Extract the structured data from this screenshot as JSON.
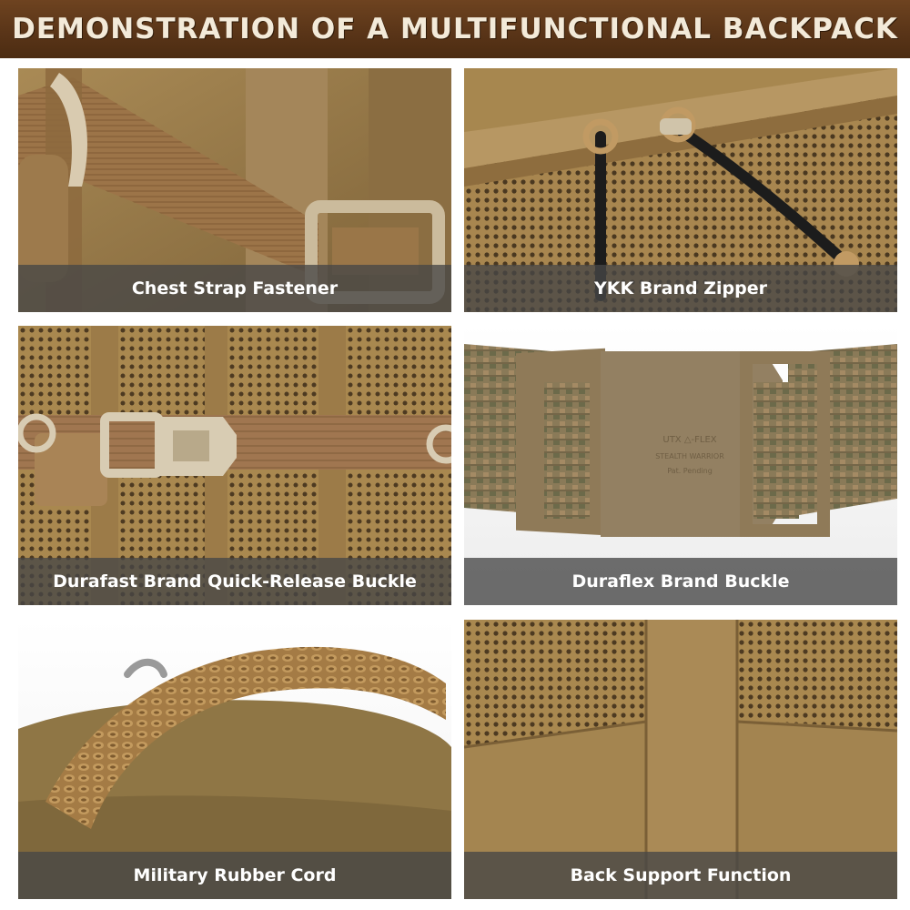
{
  "banner": {
    "title": "DEMONSTRATION OF A MULTIFUNCTIONAL BACKPACK"
  },
  "panels": [
    {
      "caption": "Chest Strap Fastener"
    },
    {
      "caption": "YKK Brand Zipper"
    },
    {
      "caption": "Durafast Brand Quick-Release Buckle"
    },
    {
      "caption": "Duraflex Brand Buckle"
    },
    {
      "caption": "Military Rubber Cord"
    },
    {
      "caption": "Back Support Function"
    }
  ],
  "buckle_text": {
    "line1": "UTX △-FLEX",
    "line2": "STEALTH WARRIOR",
    "line3": "Pat. Pending"
  },
  "colors": {
    "banner": "#5a3518",
    "fabric": "#a8874f",
    "webbing": "#9a7146",
    "caption_bar": "#464646"
  }
}
